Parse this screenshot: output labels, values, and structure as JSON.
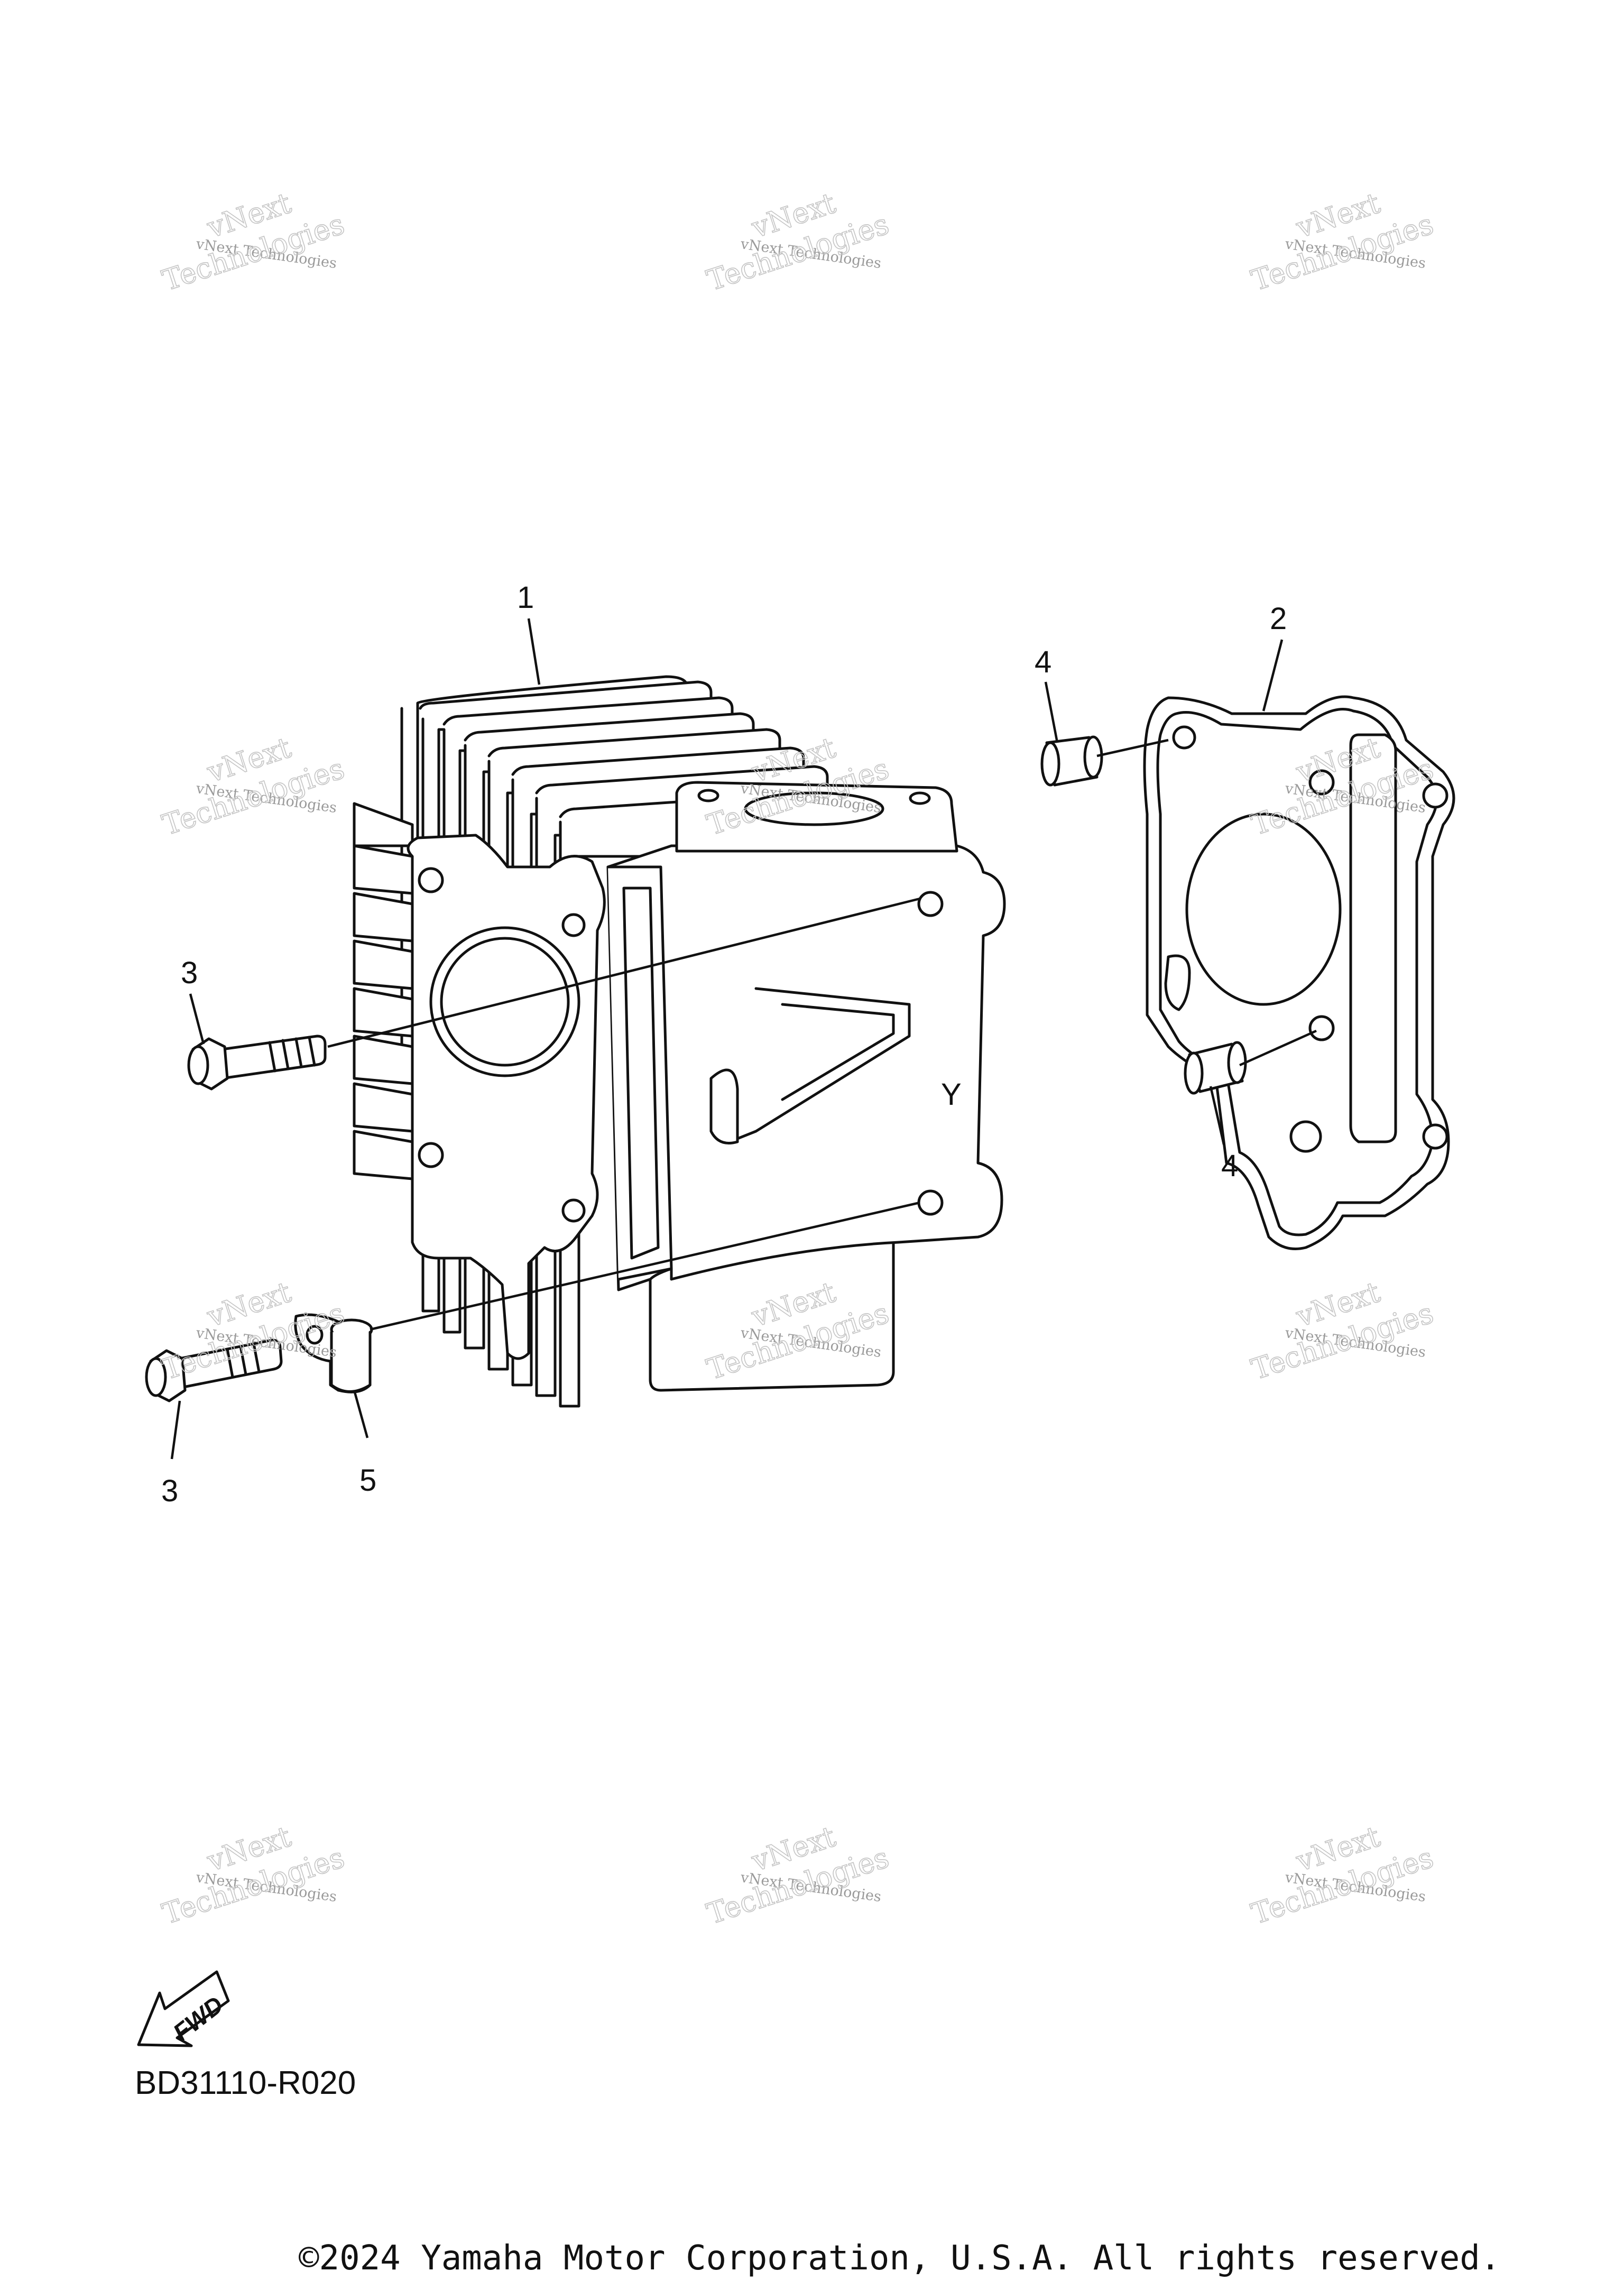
{
  "watermark": {
    "line1": "vNext",
    "line2": "vNext Technologies",
    "line3": "Technologies"
  },
  "callouts": {
    "c1": "1",
    "c2": "2",
    "c3a": "3",
    "c3b": "3",
    "c4a": "4",
    "c4b": "4",
    "c5": "5"
  },
  "cylinder_mark": "Y",
  "fwd_label": "FWD",
  "diagram_code": "BD31110-R020",
  "copyright": "©2024 Yamaha Motor Corporation, U.S.A. All rights reserved."
}
